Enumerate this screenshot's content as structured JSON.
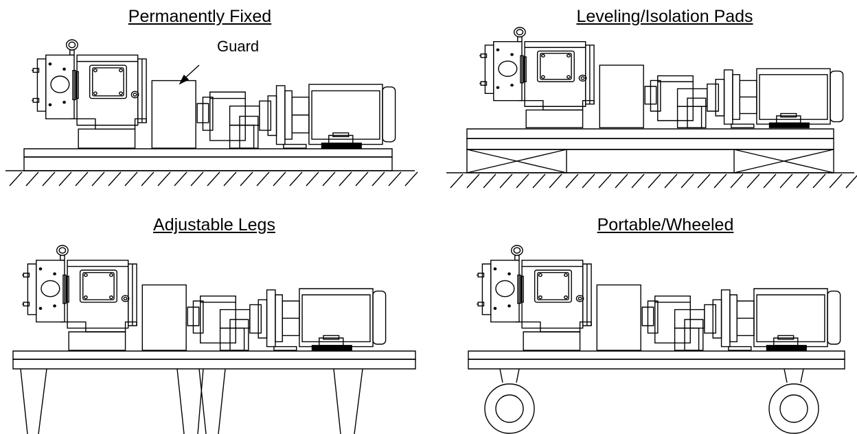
{
  "panels": [
    {
      "title": "Permanently Fixed",
      "mount": "fixed"
    },
    {
      "title": "Leveling/Isolation Pads",
      "mount": "pads"
    },
    {
      "title": "Adjustable Legs",
      "mount": "legs"
    },
    {
      "title": "Portable/Wheeled",
      "mount": "wheels"
    }
  ],
  "callout": {
    "label": "Guard"
  }
}
